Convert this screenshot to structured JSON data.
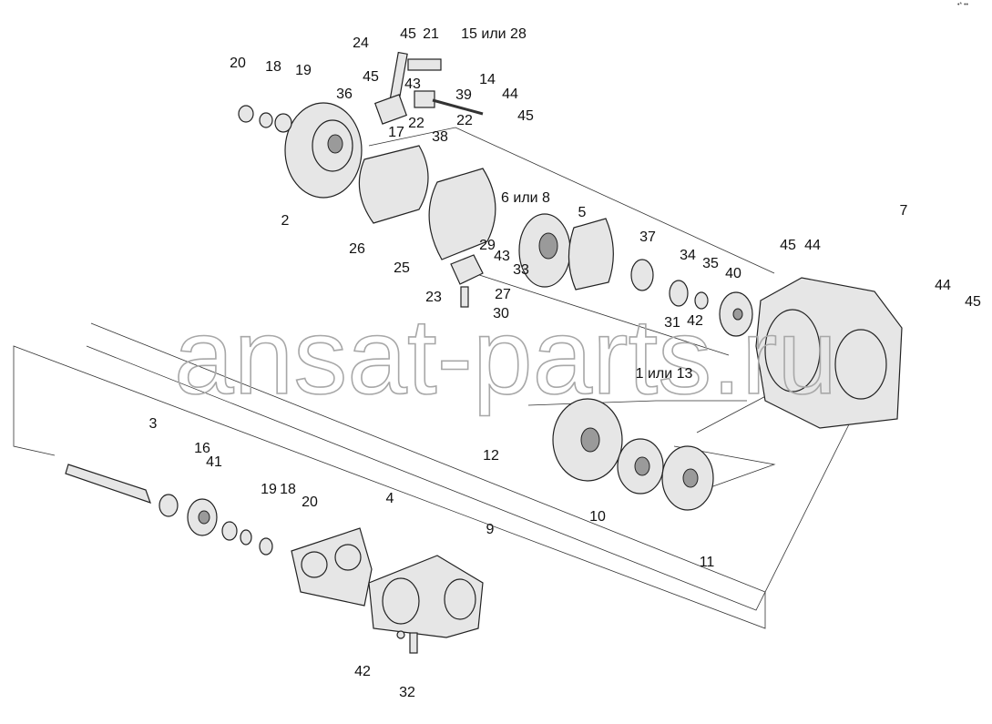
{
  "diagram": {
    "watermark": "ansat-parts.ru",
    "corner_mark": "•* ••",
    "labels": [
      "24",
      "45",
      "21",
      "15 или 28",
      "45",
      "43",
      "39",
      "14",
      "44",
      "45",
      "36",
      "22",
      "22",
      "38",
      "17",
      "20",
      "18",
      "19",
      "2",
      "26",
      "25",
      "6 или 8",
      "5",
      "37",
      "34",
      "35",
      "40",
      "29",
      "43",
      "33",
      "23",
      "27",
      "30",
      "7",
      "45",
      "44",
      "44",
      "45",
      "31",
      "42",
      "1 или 13",
      "12",
      "10",
      "11",
      "3",
      "16",
      "41",
      "19",
      "18",
      "20",
      "4",
      "9",
      "42",
      "32"
    ]
  }
}
